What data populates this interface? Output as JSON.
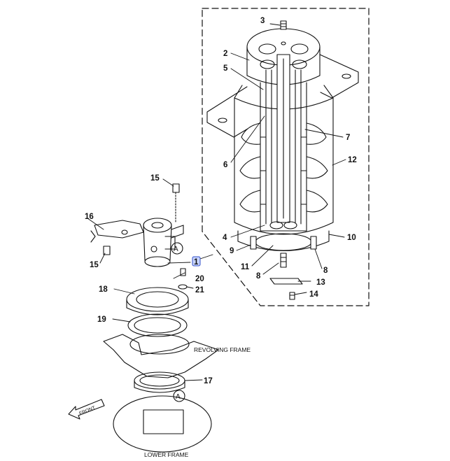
{
  "diagram": {
    "callouts": {
      "c1": "1",
      "c2": "2",
      "c3": "3",
      "c4": "4",
      "c5": "5",
      "c6": "6",
      "c7": "7",
      "c8a": "8",
      "c8b": "8",
      "c9": "9",
      "c10": "10",
      "c11": "11",
      "c12": "12",
      "c13": "13",
      "c14": "14",
      "c15a": "15",
      "c15b": "15",
      "c16": "16",
      "c17": "17",
      "c18": "18",
      "c19": "19",
      "c20": "20",
      "c21": "21"
    },
    "ref_marks": {
      "a1": "A",
      "a2": "A"
    },
    "labels": {
      "revolving_frame": "REVOLVING FRAME",
      "lower_frame": "LOWER FRAME",
      "front": "FRONT"
    },
    "highlight_color": "#c9d6ff"
  }
}
